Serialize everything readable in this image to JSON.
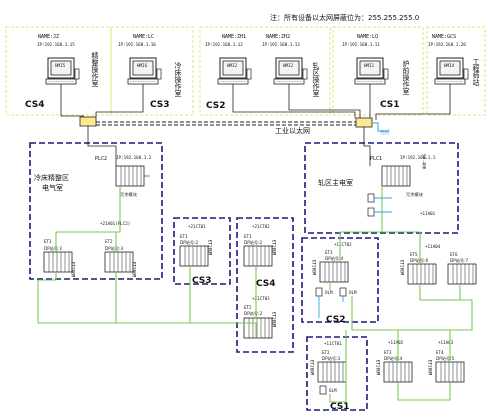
{
  "note": "注：所有设备以太网屏蔽位为：255.255.255.0",
  "workstations": [
    {
      "name": "NAME:JZ",
      "ip": "IP:192.168.1.15",
      "hmi": "HMI5"
    },
    {
      "name": "NAME:LC",
      "ip": "IP:192.168.1.16",
      "hmi": "HMI6"
    },
    {
      "name": "NAME:ZH1",
      "ip": "IP:192.168.1.12",
      "hmi": "HMI2"
    },
    {
      "name": "NAME:ZH2",
      "ip": "IP:192.168.1.13",
      "hmi": "HMI2"
    },
    {
      "name": "NAME:LQ",
      "ip": "IP:192.168.1.11",
      "hmi": "HMI1"
    },
    {
      "name": "NAME:GCS",
      "ip": "IP:192.168.1.20",
      "hmi": "HMI4"
    }
  ],
  "rooms": {
    "jz": "精整操作室",
    "lc": "冷床操作室",
    "zh": "轧区操作室",
    "lq": "炉前操作室",
    "gcs": "工程师站"
  },
  "cs_labels": {
    "cs4_top": "CS4",
    "cs3_top": "CS3",
    "cs2_top": "CS2",
    "cs1_top": "CS1",
    "cs3_mid": "CS3",
    "cs4_mid": "CS4",
    "cs2_bottom": "CS2",
    "cs1_bottom": "CS1"
  },
  "ethernet_label": "工业以太网",
  "fiber_label": "光纤",
  "left_area": {
    "title_line1": "冷床精整区",
    "title_line2": "电气室",
    "plc": "PLC2",
    "plc_ip": "IP:192.168.1.2",
    "redundant": "冗余模块",
    "station": "+21A01(PLC2)",
    "et1": "ET1",
    "et1_addr": "DP站号:2",
    "et1_model": "ET200M",
    "et2": "ET2",
    "et2_addr": "DP站号:3",
    "et2_model": "ET200M"
  },
  "right_area": {
    "title": "轧区主电室",
    "plc": "PLC1",
    "plc_ip": "IP:192.168.1.1",
    "redundant": "冗余模块",
    "station": "+11A01",
    "plc_side": "S7-400"
  },
  "boxes": {
    "z21ct01": {
      "station": "+21CT01",
      "et": "ET1",
      "addr": "DP站号:2",
      "model": "ET200M"
    },
    "z21ct02": {
      "station": "+21CT02",
      "et": "ET1",
      "addr": "DP站号:2",
      "model": "ET200M"
    },
    "z21ct03": {
      "station": "+21CT03",
      "et": "ET2",
      "addr": "DP站号:2",
      "model": "ET200M"
    },
    "z11ct02": {
      "station": "+11CT02",
      "et": "ET3",
      "addr": "DP站号:4",
      "model": "ET200M",
      "olm1": "OLM",
      "olm2": "OLM"
    },
    "z11ct01": {
      "station": "+11CT01",
      "et": "ET2",
      "addr": "DP站号:3",
      "model": "ET200M",
      "olm": "OLM"
    },
    "z11a04": {
      "station": "+11A04",
      "et1": "ET5",
      "addr1": "DP站号:6",
      "et2": "ET6",
      "addr2": "DP站号:7",
      "model": "ET200M"
    },
    "z11a02": {
      "station": "+11A02",
      "et": "ET3",
      "addr": "DP站号:4",
      "model": "ET200M"
    },
    "z11a03": {
      "station": "+11A03",
      "et": "ET4",
      "addr": "DP站号:5",
      "model": "ET200M"
    }
  },
  "colors": {
    "navy_border": "#1a1a7a",
    "yellow_border": "#e8e070",
    "profibus_green": "#77c955",
    "fiber_blue": "#3aa0e0",
    "switch_fill": "#ffe890"
  }
}
